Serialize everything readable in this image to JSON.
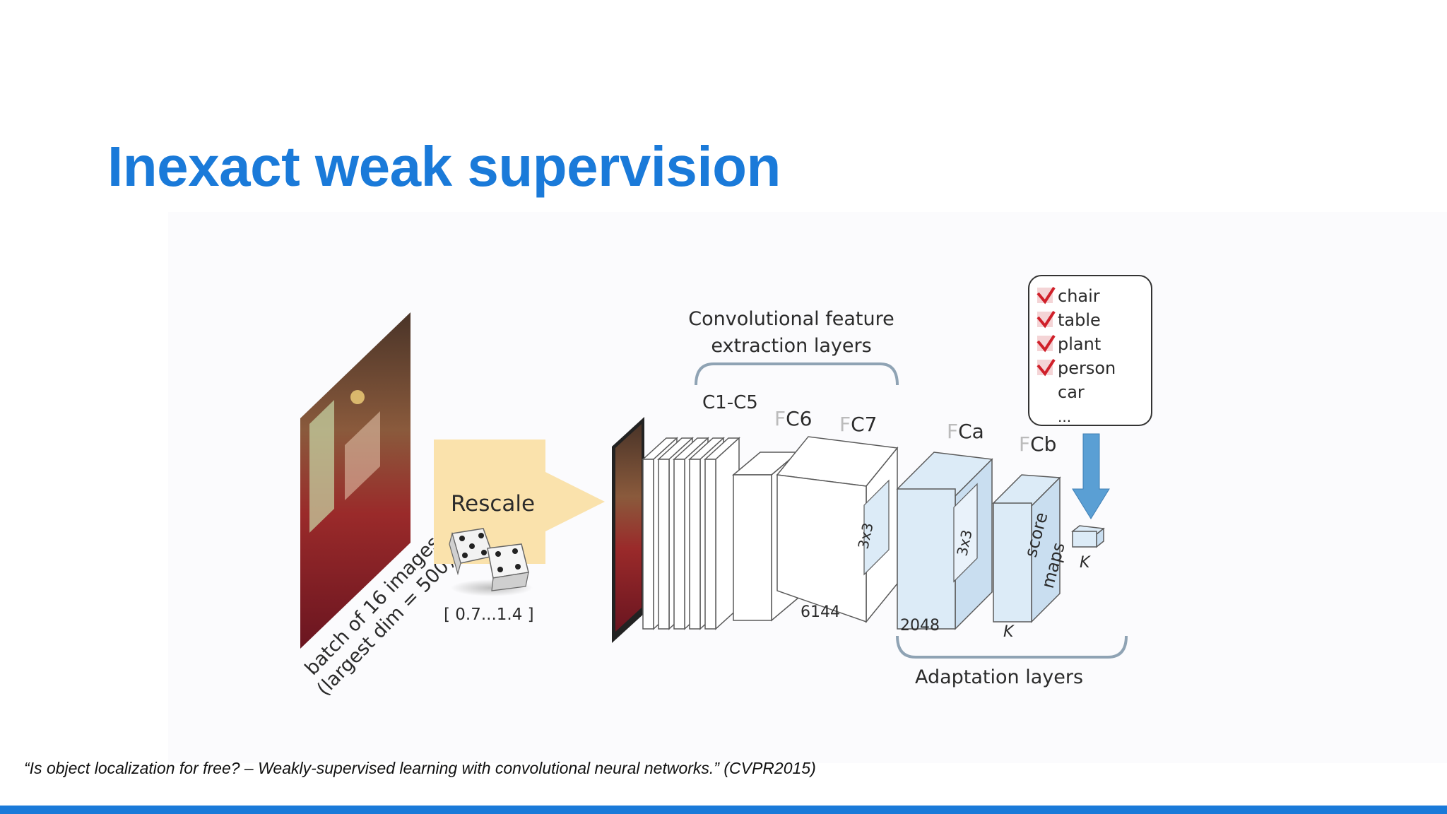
{
  "slide": {
    "title": "Inexact weak supervision",
    "citation": "“Is object localization for free? – Weakly-supervised learning with convolutional neural networks.” (CVPR2015)"
  },
  "diagram": {
    "input_label_line1": "batch of 16 images",
    "input_label_line2": "(largest dim = 500)",
    "rescale_label": "Rescale",
    "rescale_range": "[ 0.7...1.4 ]",
    "conv_group_line1": "Convolutional feature",
    "conv_group_line2": "extraction layers",
    "layer_c1c5": "C1-C5",
    "layer_fc6_prefix": "F",
    "layer_fc6": "C6",
    "layer_fc7_prefix": "F",
    "layer_fc7": "C7",
    "layer_fca_prefix": "F",
    "layer_fca": "Ca",
    "layer_fcb_prefix": "F",
    "layer_fcb": "Cb",
    "kernel_fc7": "3x3",
    "kernel_fca": "3x3",
    "score_maps_line1": "score",
    "score_maps_line2": "maps",
    "dim_6144": "6144",
    "dim_2048": "2048",
    "dim_k_fcb": "K",
    "dim_k_output": "K",
    "adaptation_label": "Adaptation layers",
    "labels_list": {
      "items": [
        {
          "text": "chair",
          "checked": true
        },
        {
          "text": "table",
          "checked": true
        },
        {
          "text": "plant",
          "checked": true
        },
        {
          "text": "person",
          "checked": true
        },
        {
          "text": "car",
          "checked": false
        },
        {
          "text": "...",
          "checked": false
        }
      ]
    }
  },
  "colors": {
    "title": "#1a7ad9",
    "bottom_bar": "#1a7ad9",
    "rescale_fill": "#fae2ac",
    "adaptation_fill": "#dcebf7",
    "arrow_blue": "#5a9fd4",
    "check_red": "#d0202a"
  }
}
